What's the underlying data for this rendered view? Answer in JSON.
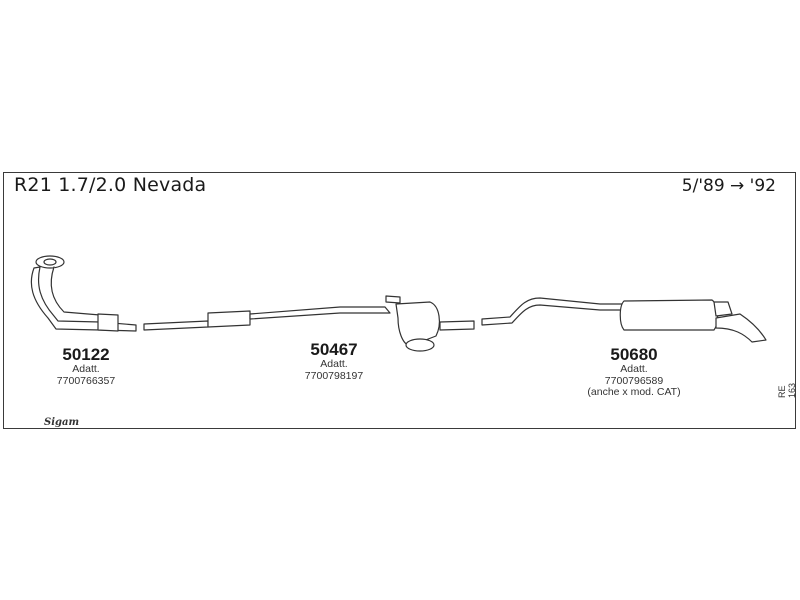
{
  "header": {
    "title": "R21 1.7/2.0 Nevada",
    "years": "5/'89 → '92"
  },
  "parts": [
    {
      "number": "50122",
      "label": "Adatt.",
      "ref": "7700766357",
      "note": ""
    },
    {
      "number": "50467",
      "label": "Adatt.",
      "ref": "7700798197",
      "note": ""
    },
    {
      "number": "50680",
      "label": "Adatt.",
      "ref": "7700796589",
      "note": "(anche x mod. CAT)"
    }
  ],
  "page_code": "RE 163",
  "brand": "Sigam"
}
